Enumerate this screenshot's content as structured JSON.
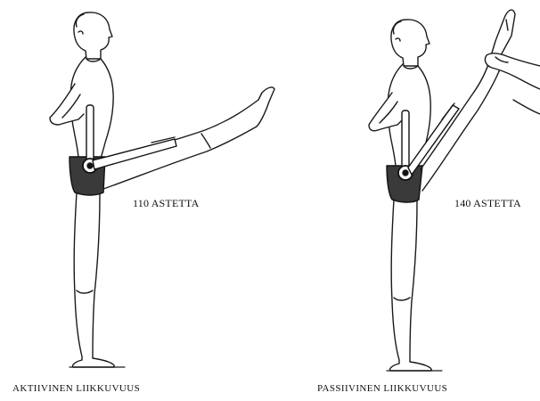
{
  "left_figure": {
    "angle_label": "110 ASTETTA",
    "caption": "AKTIIVINEN LIIKKUVUUS"
  },
  "right_figure": {
    "angle_label": "140 ASTETTA",
    "caption": "PASSIIVINEN LIIKKUVUUS"
  },
  "colors": {
    "line": "#1a1a1a",
    "shorts": "#3a3a3a",
    "background": "#ffffff"
  }
}
